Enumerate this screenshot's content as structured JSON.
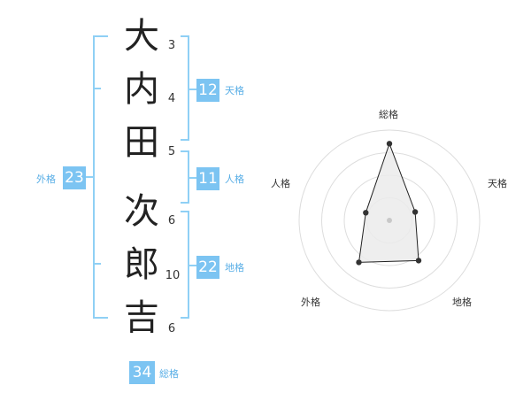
{
  "name": {
    "chars": [
      {
        "char": "大",
        "strokes": "3"
      },
      {
        "char": "内",
        "strokes": "4"
      },
      {
        "char": "田",
        "strokes": "5"
      },
      {
        "char": "次",
        "strokes": "6"
      },
      {
        "char": "郎",
        "strokes": "10"
      },
      {
        "char": "吉",
        "strokes": "6"
      }
    ]
  },
  "kaku": {
    "tenkaku": {
      "value": "12",
      "label": "天格"
    },
    "jinkaku": {
      "value": "11",
      "label": "人格"
    },
    "chikaku": {
      "value": "22",
      "label": "地格"
    },
    "gaikaku": {
      "value": "23",
      "label": "外格"
    },
    "soukaku": {
      "value": "34",
      "label": "総格"
    }
  },
  "colors": {
    "accent": "#7cc4f2",
    "label": "#58aee6",
    "bracket": "#8fd0f5"
  },
  "chart_data": {
    "type": "radar",
    "axes": [
      "総格",
      "天格",
      "地格",
      "外格",
      "人格"
    ],
    "values": [
      34,
      12,
      22,
      23,
      11
    ],
    "rings": 4
  }
}
